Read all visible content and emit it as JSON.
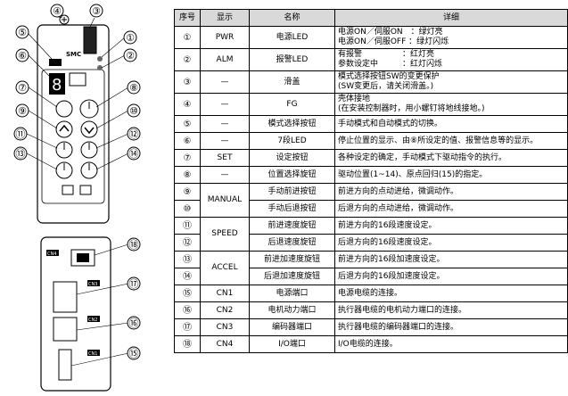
{
  "table": {
    "headers": [
      "序号",
      "显示",
      "名称",
      "详细"
    ],
    "rows": [
      {
        "no": "①",
        "disp": "PWR",
        "name": "电源LED",
        "detail": [
          "电源ON／伺服ON　：绿灯亮",
          "电源ON／伺服OFF ：绿灯闪烁"
        ]
      },
      {
        "no": "②",
        "disp": "ALM",
        "name": "报警LED",
        "detail": [
          "有报警　　　　　：红灯亮",
          "参数设定中　　　：红灯闪烁"
        ]
      },
      {
        "no": "③",
        "disp": "—",
        "name": "滑盖",
        "detail": [
          "模式选择按钮SW的变更保护",
          "(SW变更后，请关闭滑盖。)"
        ]
      },
      {
        "no": "④",
        "disp": "—",
        "name": "FG",
        "detail": [
          "壳体接地",
          "(在安装控制器时，用小螺钉将地线接地。)"
        ]
      },
      {
        "no": "⑤",
        "disp": "—",
        "name": "模式选择按钮",
        "detail": [
          "手动模式和自动模式的切换。"
        ]
      },
      {
        "no": "⑥",
        "disp": "—",
        "name": "7段LED",
        "detail": [
          "停止位置的显示、由⑧所设定的值、报警信息等的显示。"
        ]
      },
      {
        "no": "⑦",
        "disp": "SET",
        "name": "设定按钮",
        "detail": [
          "各种设定的确定，手动模式下驱动指令的执行。"
        ]
      },
      {
        "no": "⑧",
        "disp": "—",
        "name": "位置选择旋钮",
        "detail": [
          "驱动位置(1~14)、原点回归(15)的指定。"
        ]
      },
      {
        "no": "⑨",
        "disp": "MANUAL",
        "name": "手动前进按钮",
        "detail": [
          "前进方向的点动进给，微调动作。"
        ]
      },
      {
        "no": "⑩",
        "disp": "",
        "name": "手动后退按钮",
        "detail": [
          "后退方向的点动进给，微调动作。"
        ]
      },
      {
        "no": "⑪",
        "disp": "SPEED",
        "name": "前进速度旋钮",
        "detail": [
          "前进方向的16段速度设定。"
        ]
      },
      {
        "no": "⑫",
        "disp": "",
        "name": "后退速度旋钮",
        "detail": [
          "后退方向的16段速度设定。"
        ]
      },
      {
        "no": "⑬",
        "disp": "ACCEL",
        "name": "前进加速度旋钮",
        "detail": [
          "前进方向的16段加速度设定。"
        ]
      },
      {
        "no": "⑭",
        "disp": "",
        "name": "后退加速度旋钮",
        "detail": [
          "后退方向的16段加速度设定。"
        ]
      },
      {
        "no": "⑮",
        "disp": "CN1",
        "name": "电源端口",
        "detail": [
          "电源电缆的连接。"
        ]
      },
      {
        "no": "⑯",
        "disp": "CN2",
        "name": "电机动力端口",
        "detail": [
          "执行器电缆的电机动力端口的连接。"
        ]
      },
      {
        "no": "⑰",
        "disp": "CN3",
        "name": "编码器端口",
        "detail": [
          "执行器电缆的编码器端口的连接。"
        ]
      },
      {
        "no": "⑱",
        "disp": "CN4",
        "name": "I/O端口",
        "detail": [
          "I/O电缆的连接。"
        ]
      }
    ]
  },
  "diagram": {
    "callouts": [
      "①",
      "②",
      "③",
      "④",
      "⑤",
      "⑥",
      "⑦",
      "⑧",
      "⑨",
      "⑩",
      "⑪",
      "⑫",
      "⑬",
      "⑭",
      "⑮",
      "⑯",
      "⑰",
      "⑱"
    ],
    "logo": "SMC",
    "connectors": {
      "cn4": "CN4",
      "cn3": "CN3",
      "cn2": "CN2",
      "cn1": "CN1"
    }
  }
}
